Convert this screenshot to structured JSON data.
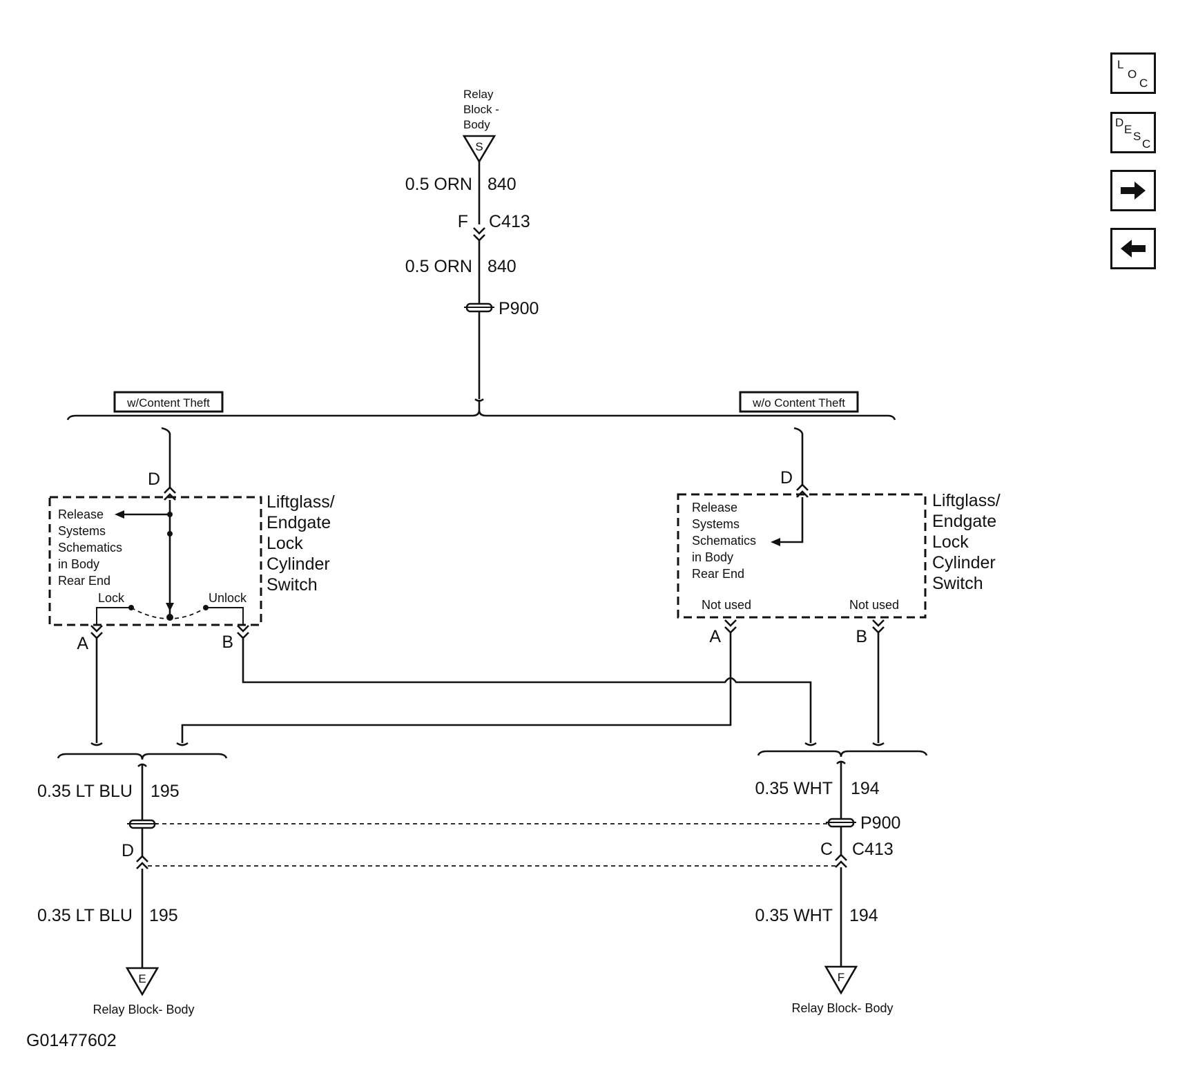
{
  "source": {
    "label_lines": [
      "Relay",
      "Block -",
      "Body"
    ],
    "terminal": "S"
  },
  "main_feed": {
    "wire_upper": {
      "gauge_color": "0.5 ORN",
      "circuit": "840"
    },
    "connector_c413": {
      "pin": "F",
      "name": "C413"
    },
    "wire_lower": {
      "gauge_color": "0.5 ORN",
      "circuit": "840"
    },
    "splice": "P900"
  },
  "options": {
    "left": "w/Content Theft",
    "right": "w/o Content Theft"
  },
  "left_switch": {
    "top_pin": "D",
    "internal_label_lines": [
      "Release",
      "Systems",
      "Schematics",
      "in Body",
      "Rear End"
    ],
    "lock_label": "Lock",
    "unlock_label": "Unlock",
    "pin_a": "A",
    "pin_b": "B",
    "title_lines": [
      "Liftglass/",
      "Endgate",
      "Lock",
      "Cylinder",
      "Switch"
    ]
  },
  "right_switch": {
    "top_pin": "D",
    "internal_label_lines": [
      "Release",
      "Systems",
      "Schematics",
      "in Body",
      "Rear End"
    ],
    "not_used_left": "Not used",
    "not_used_right": "Not used",
    "pin_a": "A",
    "pin_b": "B",
    "title_lines": [
      "Liftglass/",
      "Endgate",
      "Lock",
      "Cylinder",
      "Switch"
    ]
  },
  "bottom_left": {
    "wire_upper": {
      "gauge_color": "0.35 LT BLU",
      "circuit": "195"
    },
    "connector_pin": "D",
    "wire_lower": {
      "gauge_color": "0.35 LT BLU",
      "circuit": "195"
    },
    "terminal": "E",
    "destination": "Relay Block- Body"
  },
  "bottom_right": {
    "wire_upper": {
      "gauge_color": "0.35 WHT",
      "circuit": "194"
    },
    "splice": "P900",
    "connector_pin": "C",
    "connector_name": "C413",
    "wire_lower": {
      "gauge_color": "0.35 WHT",
      "circuit": "194"
    },
    "terminal": "F",
    "destination": "Relay Block- Body"
  },
  "figure_id": "G01477602",
  "nav": {
    "loc": {
      "letters": [
        "L",
        "O",
        "C"
      ]
    },
    "desc": {
      "letters": [
        "D",
        "E",
        "S",
        "C"
      ]
    },
    "next": {
      "icon": "right-arrow-icon"
    },
    "prev": {
      "icon": "left-arrow-icon"
    }
  }
}
